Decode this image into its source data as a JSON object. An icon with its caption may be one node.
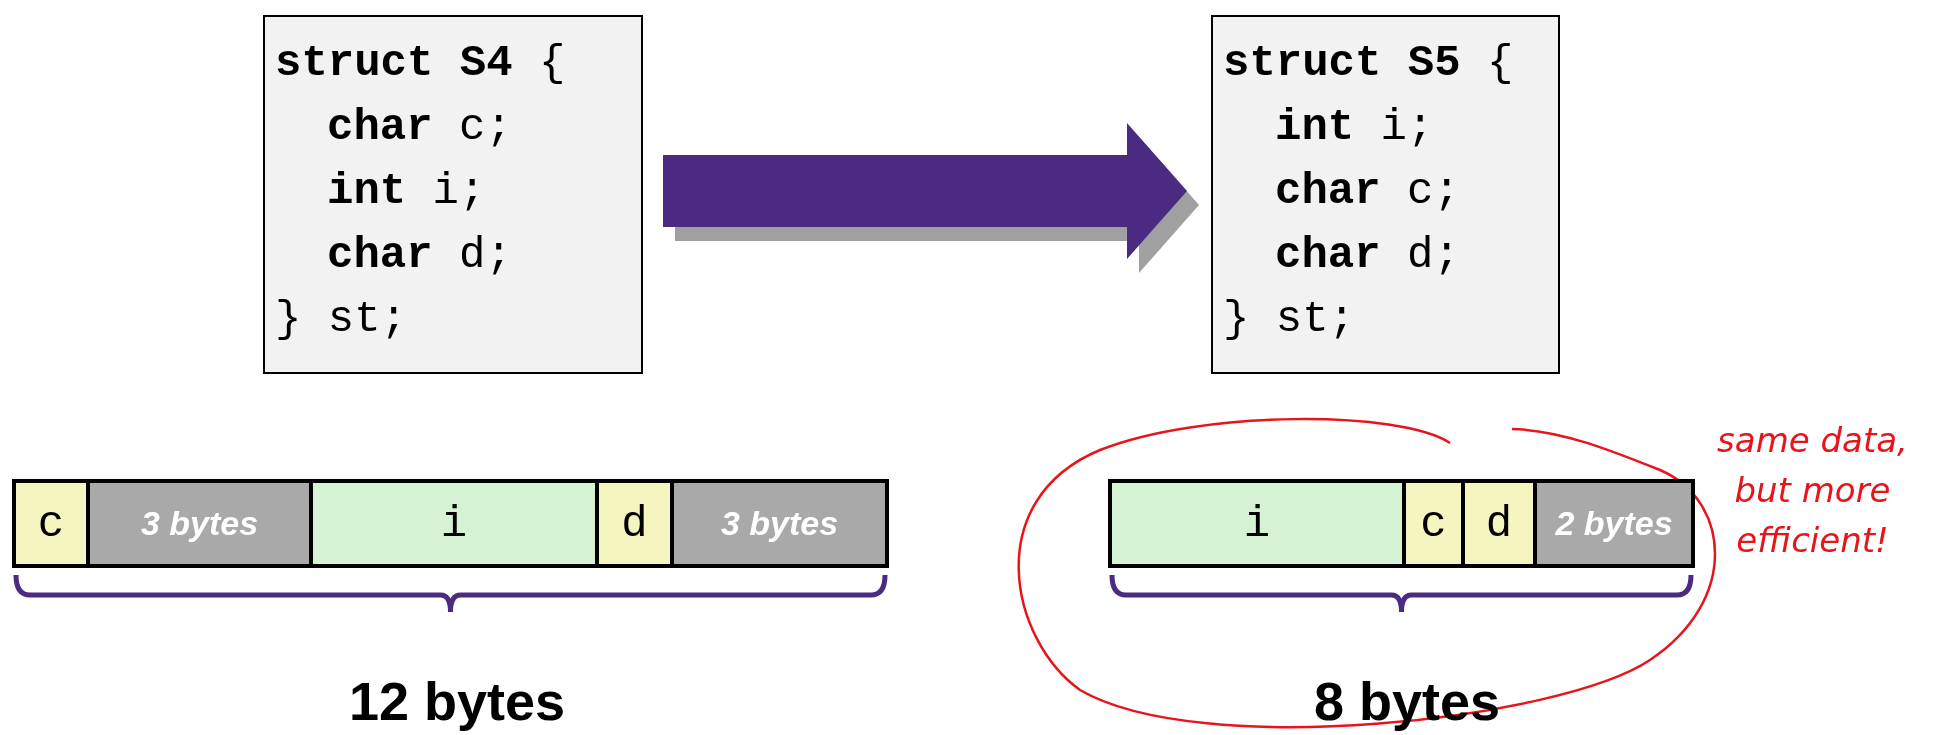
{
  "diagram": {
    "nodes": [
      {
        "text": [
          "**struct S4** {",
          "**char** c;",
          "**int** i;",
          "**char** d;",
          "} st;"
        ]
      },
      {
        "text": [
          "**struct S5** {",
          "**int** i;",
          "**char** c;",
          "**char** d;",
          "} st;"
        ]
      },
      {
        "text": [
          "c"
        ]
      },
      {
        "text": [
          "3 bytes"
        ]
      },
      {
        "text": [
          "i"
        ]
      },
      {
        "text": [
          "d"
        ]
      },
      {
        "text": [
          "3 bytes"
        ]
      },
      {
        "text": [
          "i"
        ]
      },
      {
        "text": [
          "c"
        ]
      },
      {
        "text": [
          "d"
        ]
      },
      {
        "text": [
          "2 bytes"
        ]
      }
    ],
    "edges": [
      {
        "from": 0,
        "to": 1,
        "arrow": "to"
      }
    ],
    "labels": [
      "12 bytes",
      "8 bytes",
      "same data, but more efficient!"
    ]
  }
}
